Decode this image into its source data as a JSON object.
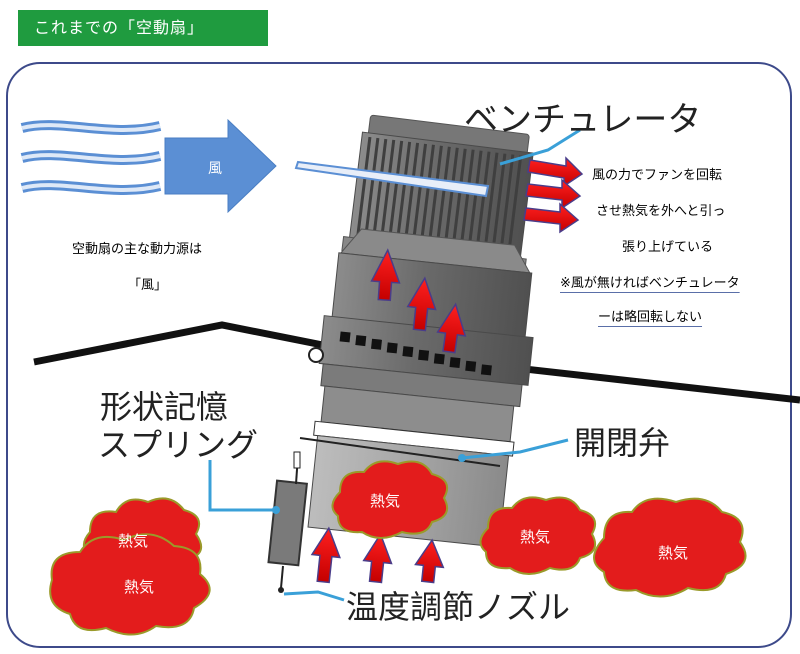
{
  "header": {
    "title": "これまでの「空動扇」"
  },
  "labels": {
    "wind": "風",
    "wind_note_1": "空動扇の主な動力源は",
    "wind_note_2": "「風」",
    "ventilator": "ベンチュレータ",
    "desc_1": "風の力でファンを回転",
    "desc_2": "させ熱気を外へと引っ",
    "desc_3": "張り上げている",
    "desc_4": "※風が無ければベンチュレータ",
    "desc_5": "ーは略回転しない",
    "spring_1": "形状記憶",
    "spring_2": "スプリング",
    "valve": "開閉弁",
    "nozzle": "温度調節ノズル",
    "heat": "熱気"
  },
  "colors": {
    "header_bg": "#1f9b3f",
    "frame": "#3d4a8a",
    "wind_blue": "#5b8fd4",
    "heat_red": "#e31c1c",
    "heat_outline": "#9a9a2a",
    "callout": "#3aa0d8",
    "body_gray": "#7a7a7a"
  }
}
